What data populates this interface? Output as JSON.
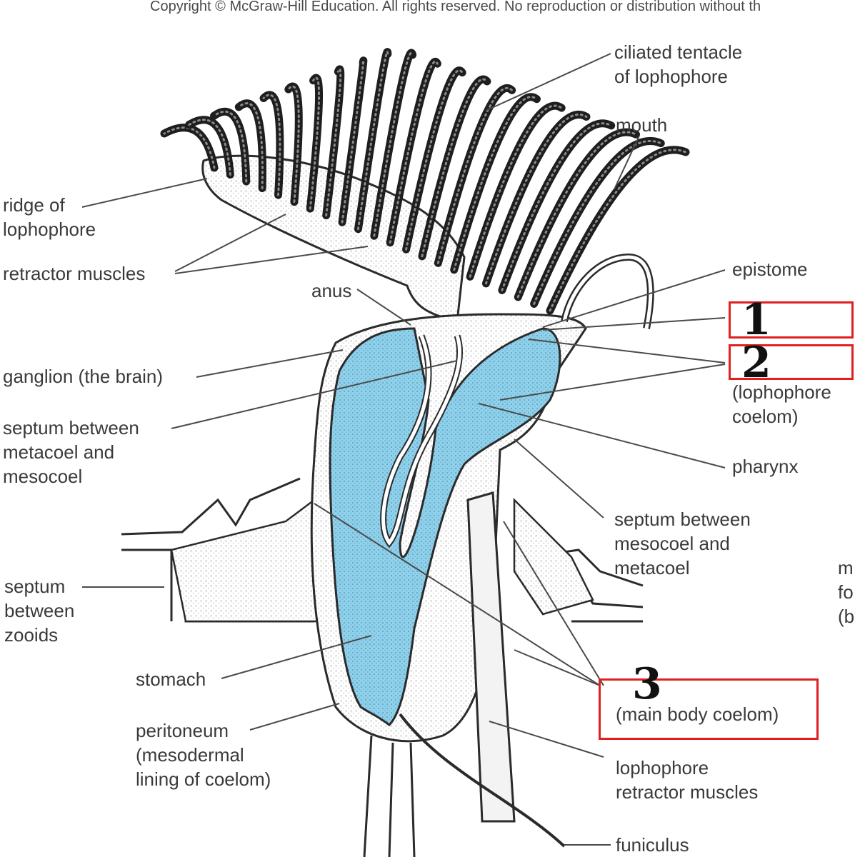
{
  "copyright": "Copyright © McGraw-Hill Education.  All rights reserved. No reproduction or distribution without th",
  "labels": {
    "ciliated_tentacle": [
      "ciliated tentacle",
      "of lophophore"
    ],
    "mouth": [
      "mouth"
    ],
    "ridge": [
      "ridge of",
      "lophophore"
    ],
    "retractor": [
      "retractor muscles"
    ],
    "epistome": [
      "epistome"
    ],
    "anus": [
      "anus"
    ],
    "ganglion": [
      "ganglion (the brain)"
    ],
    "septum_meta_meso": [
      "septum between",
      "metacoel and",
      "mesocoel"
    ],
    "lophophore_coelom": [
      "(lophophore",
      "coelom)"
    ],
    "pharynx": [
      "pharynx"
    ],
    "septum_meso_meta": [
      "septum between",
      "mesocoel and",
      "metacoel"
    ],
    "septum_zooids": [
      "septum",
      "between",
      "zooids"
    ],
    "edge_partial": [
      "m",
      "fo",
      "(b"
    ],
    "stomach": [
      "stomach"
    ],
    "peritoneum": [
      "peritoneum",
      "(mesodermal",
      "lining of coelom)"
    ],
    "main_body_coelom": [
      "(main body coelom)"
    ],
    "lophophore_retractor": [
      "lophophore",
      "retractor muscles"
    ],
    "funiculus": [
      "funiculus"
    ]
  },
  "markers": [
    {
      "number": "1"
    },
    {
      "number": "2"
    },
    {
      "number": "3"
    }
  ],
  "colors": {
    "coelom_fill": "#8fd0ea",
    "outline": "#2b2b2b",
    "label_text": "#3a3a3a",
    "marker_box": "#e02020",
    "stipple": "#d9d9d9"
  }
}
